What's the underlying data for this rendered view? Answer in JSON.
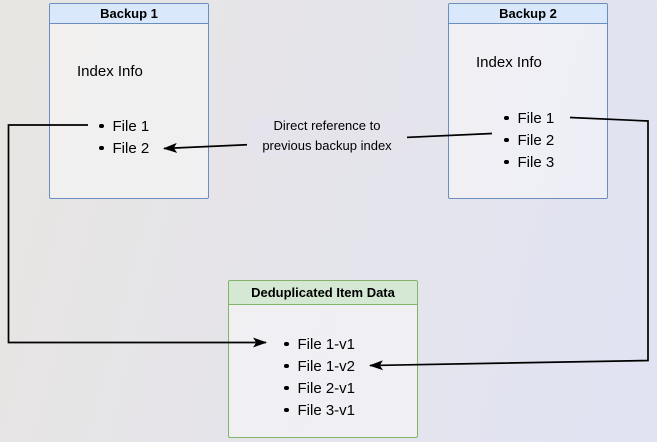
{
  "diagram": {
    "backup1": {
      "title": "Backup 1",
      "subtitle": "Index Info",
      "items": [
        "File 1",
        "File 2"
      ]
    },
    "backup2": {
      "title": "Backup 2",
      "subtitle": "Index Info",
      "items": [
        "File 1",
        "File 2",
        "File 3"
      ]
    },
    "dedup": {
      "title": "Deduplicated Item Data",
      "items": [
        "File 1-v1",
        "File 1-v2",
        "File 2-v1",
        "File 3-v1"
      ]
    },
    "annotation": {
      "line1": "Direct reference to",
      "line2": "previous backup index"
    },
    "colors": {
      "blue_fill": "#dae8fc",
      "blue_border": "#6c8ebf",
      "green_fill": "#d5e8d4",
      "green_border": "#82b366",
      "arrow": "#000000"
    }
  }
}
